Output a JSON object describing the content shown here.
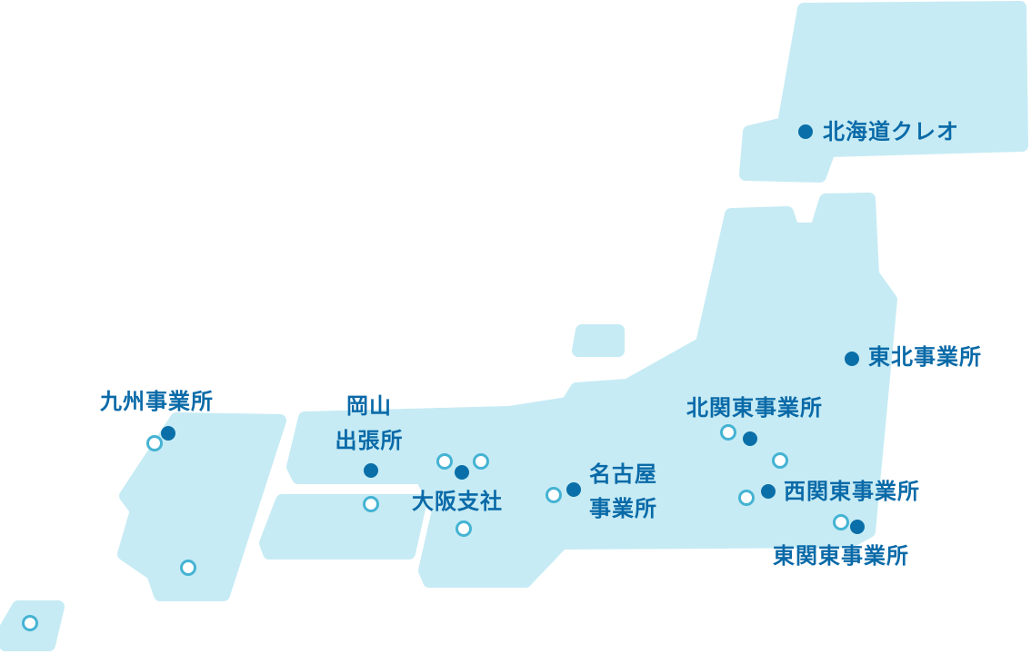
{
  "colors": {
    "land": "#c6ebf4",
    "office": "#0a6fa8",
    "site_ring": "#45b3d3",
    "label": "#0a6aa8"
  },
  "offices": {
    "hokkaido": "北海道クレオ",
    "tohoku": "東北事業所",
    "kyushu": "九州事業所",
    "okayama_1": "岡山",
    "okayama_2": "出張所",
    "osaka": "大阪支社",
    "nagoya_1": "名古屋",
    "nagoya_2": "事業所",
    "kitakanto": "北関東事業所",
    "nishikanto": "西関東事業所",
    "higashikanto": "東関東事業所"
  }
}
